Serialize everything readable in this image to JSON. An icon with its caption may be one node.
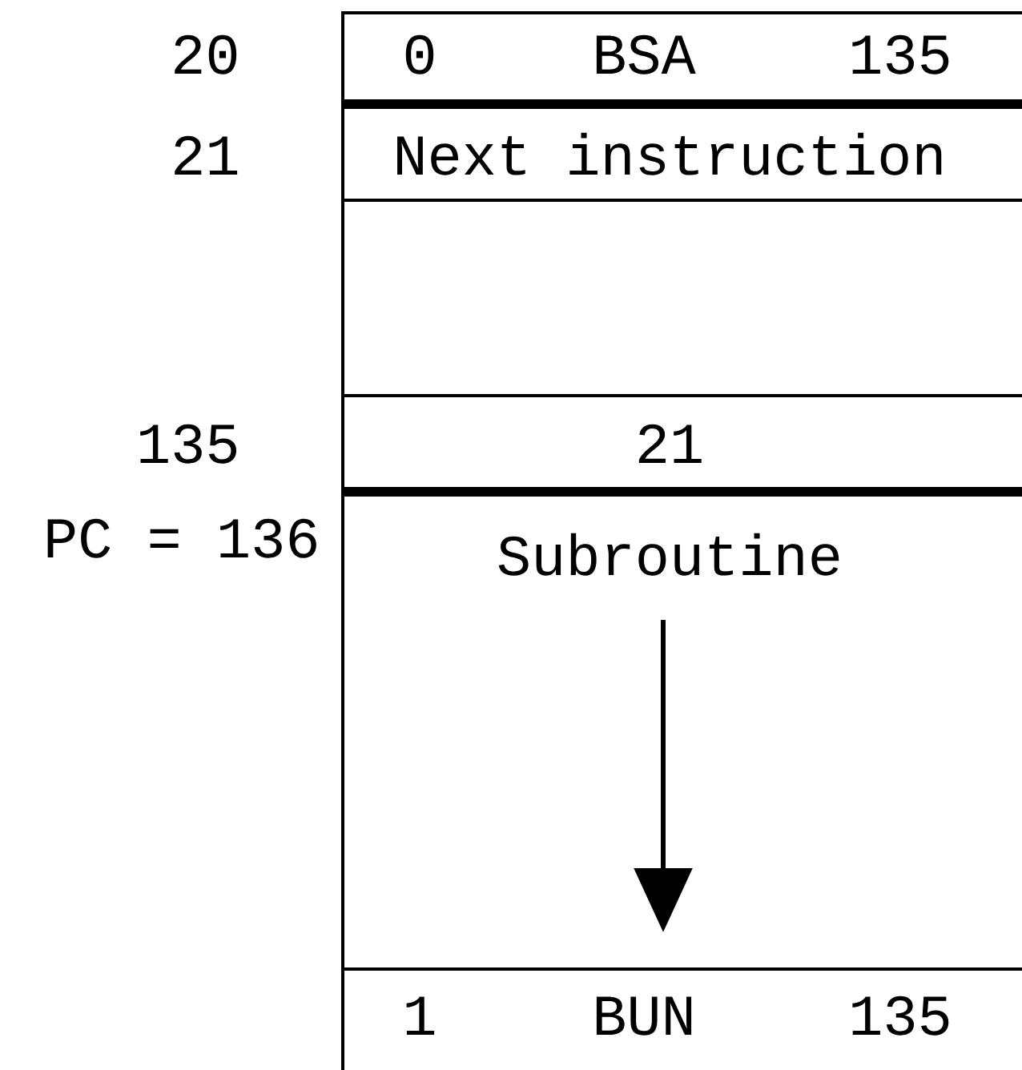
{
  "diagram": {
    "nodes": [
      {
        "text": [
          "0",
          "BSA",
          "135"
        ],
        "beside": [
          "20"
        ]
      },
      {
        "text": [
          "Next instruction"
        ],
        "beside": [
          "21"
        ]
      },
      {
        "text": [],
        "shape": "box"
      },
      {
        "text": [
          "21"
        ],
        "beside": [
          "135"
        ]
      },
      {
        "text": [
          "Subroutine"
        ],
        "beside": [
          "PC = 136"
        ]
      },
      {
        "text": [
          "1",
          "BUN",
          "135"
        ]
      }
    ]
  }
}
